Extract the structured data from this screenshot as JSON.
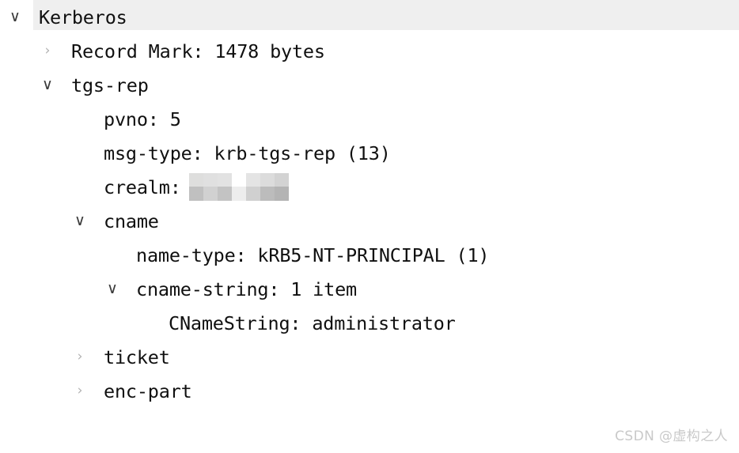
{
  "protocol_tree": {
    "rows": [
      {
        "label": "Kerberos",
        "depth": 0,
        "twisty": "chevron-down-icon",
        "twisty_glyph": "∨",
        "state": "expanded",
        "selected": true,
        "name": "tree-row-kerberos"
      },
      {
        "label": "Record Mark: 1478 bytes",
        "depth": 1,
        "twisty": "chevron-right-icon",
        "twisty_glyph": "›",
        "state": "collapsed",
        "selected": false,
        "name": "tree-row-record-mark"
      },
      {
        "label": "tgs-rep",
        "depth": 1,
        "twisty": "chevron-down-icon",
        "twisty_glyph": "∨",
        "state": "expanded",
        "selected": false,
        "name": "tree-row-tgs-rep"
      },
      {
        "label": "pvno: 5",
        "depth": 2,
        "twisty": "none",
        "twisty_glyph": "",
        "state": "leaf",
        "selected": false,
        "name": "tree-row-pvno"
      },
      {
        "label": "msg-type: krb-tgs-rep (13)",
        "depth": 2,
        "twisty": "none",
        "twisty_glyph": "",
        "state": "leaf",
        "selected": false,
        "name": "tree-row-msg-type"
      },
      {
        "label": "crealm:",
        "depth": 2,
        "twisty": "none",
        "twisty_glyph": "",
        "state": "leaf",
        "selected": false,
        "redacted": true,
        "name": "tree-row-crealm"
      },
      {
        "label": "cname",
        "depth": 2,
        "twisty": "chevron-down-icon",
        "twisty_glyph": "∨",
        "state": "expanded",
        "selected": false,
        "name": "tree-row-cname"
      },
      {
        "label": "name-type: kRB5-NT-PRINCIPAL (1)",
        "depth": 3,
        "twisty": "none",
        "twisty_glyph": "",
        "state": "leaf",
        "selected": false,
        "name": "tree-row-name-type"
      },
      {
        "label": "cname-string: 1 item",
        "depth": 3,
        "twisty": "chevron-down-icon",
        "twisty_glyph": "∨",
        "state": "expanded",
        "selected": false,
        "name": "tree-row-cname-string"
      },
      {
        "label": "CNameString: administrator",
        "depth": 4,
        "twisty": "none",
        "twisty_glyph": "",
        "state": "leaf",
        "selected": false,
        "name": "tree-row-cnamestring"
      },
      {
        "label": "ticket",
        "depth": 2,
        "twisty": "chevron-right-icon",
        "twisty_glyph": "›",
        "state": "collapsed",
        "selected": false,
        "name": "tree-row-ticket"
      },
      {
        "label": "enc-part",
        "depth": 2,
        "twisty": "chevron-right-icon",
        "twisty_glyph": "›",
        "state": "collapsed",
        "selected": false,
        "name": "tree-row-enc-part"
      }
    ],
    "redaction": {
      "type": "pixelated-mosaic",
      "colors": [
        "#dededd",
        "#e0e0e0",
        "#e2e2e2",
        "#ffffff",
        "#e4e4e4",
        "#dcdcdc",
        "#d3d3d3",
        "#c0c0c0",
        "#d1d1d1",
        "#c3c3c3",
        "#ededed",
        "#d0d0d0",
        "#bcbcbc",
        "#b4b4b4"
      ]
    },
    "selection_color": "#efefef"
  },
  "watermark": {
    "text": "CSDN @虚构之人"
  }
}
